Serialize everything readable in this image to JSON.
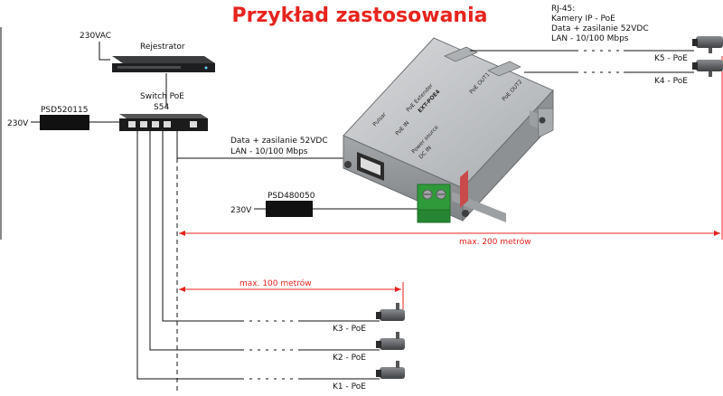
{
  "title": "Przykład zastosowania",
  "labels": {
    "vac230": "230VAC",
    "recorder": "Rejestrator",
    "switch_line1": "Switch PoE",
    "switch_line2": "S54",
    "psu1": "PSD520115",
    "v230_left": "230V",
    "data_line1": "Data + zasilanie 52VDC",
    "data_line2": "LAN - 10/100 Mbps",
    "psu2": "PSD480050",
    "v230_mid": "230V",
    "rj45_line1": "RJ-45:",
    "rj45_line2": "Kamery IP - PoE",
    "rj45_line3": "Data + zasilanie 52VDC",
    "rj45_line4": "LAN - 10/100 Mbps",
    "k5": "K5 - PoE",
    "k4": "K4 - PoE",
    "k3": "K3 - PoE",
    "k2": "K2 - PoE",
    "k1": "K1 - PoE",
    "max200": "max. 200 metrów",
    "max100": "max. 100 metrów"
  },
  "device": {
    "brand": "Pulsar",
    "model": "EXT-POE4",
    "subtitle": "PoE Extender",
    "port_poe_in": "PoE IN",
    "port_dc_in": "DC IN",
    "port_out1": "PoE OUT1",
    "port_out2": "PoE OUT2",
    "power_source": "Power source"
  },
  "colors": {
    "title": "#e8231d",
    "measure": "#e8231d",
    "wire": "#111111",
    "box": "#1a1a1a",
    "device_body": "#b9bcbf",
    "terminal": "#2f9a3a"
  }
}
